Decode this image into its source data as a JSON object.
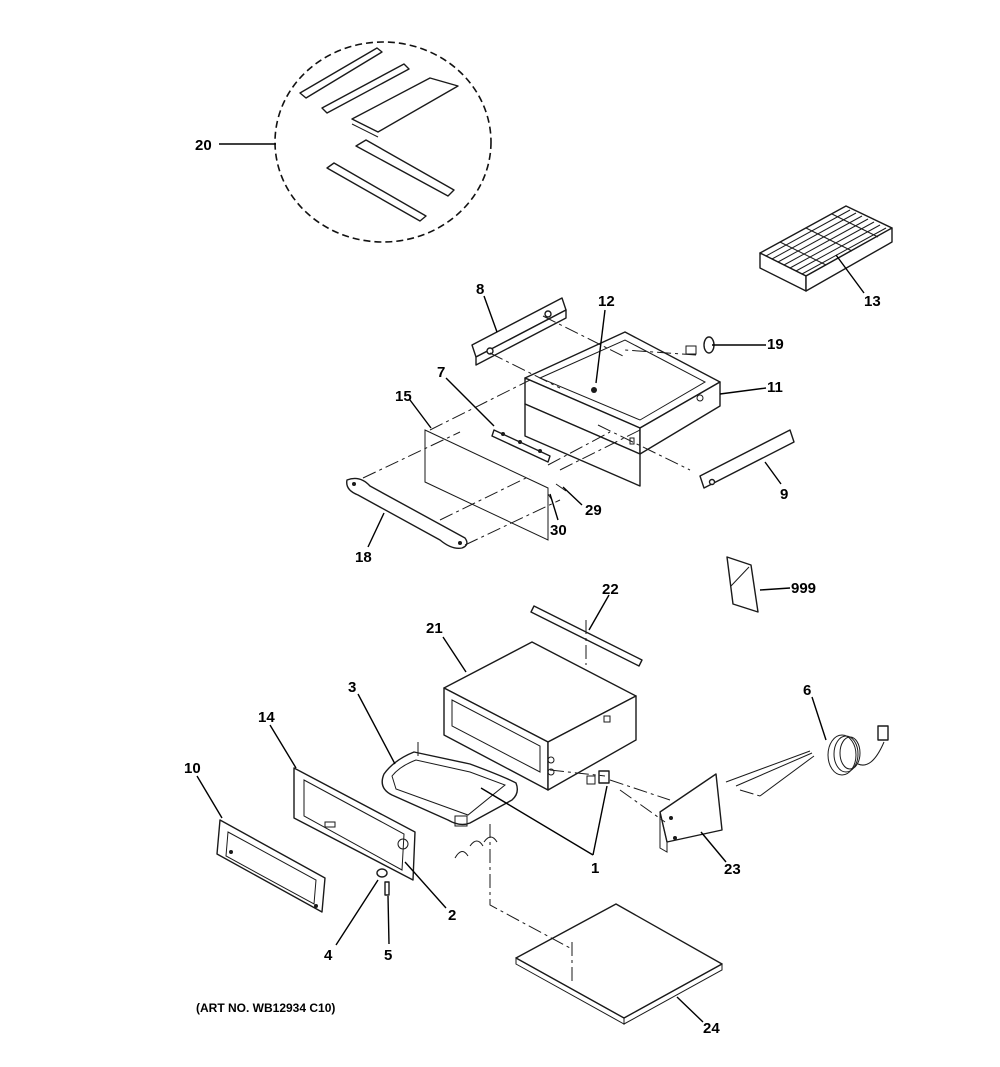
{
  "diagram": {
    "art_number": "(ART NO. WB12934 C10)",
    "callouts": [
      "1",
      "2",
      "3",
      "4",
      "5",
      "6",
      "7",
      "8",
      "9",
      "10",
      "11",
      "12",
      "13",
      "14",
      "15",
      "18",
      "19",
      "20",
      "21",
      "22",
      "23",
      "24",
      "29",
      "30",
      "999"
    ]
  }
}
